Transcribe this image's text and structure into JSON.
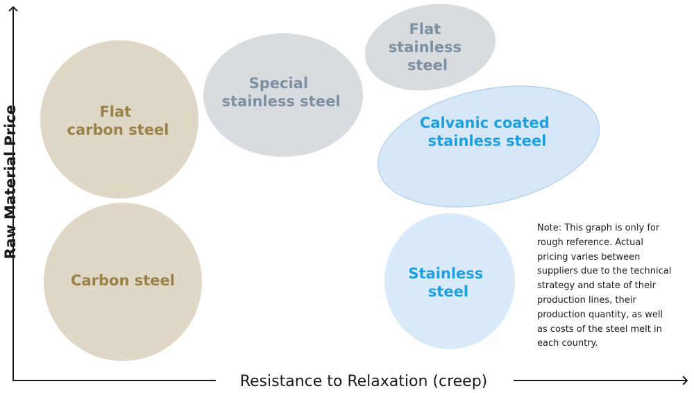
{
  "axes": {
    "x_label": "Resistance to Relaxation (creep)",
    "y_label": "Raw Material Price"
  },
  "colors": {
    "carbon_fill": "#e0d8c6",
    "carbon_text": "#9a8049",
    "special_fill": "#d8dce1",
    "special_text": "#7e8fa0",
    "coated_fill": "#d6e8f8",
    "coated_stroke": "#b7d3ee",
    "coated_text": "#1e9fe0",
    "stainless_fill": "#d9ebfb",
    "stainless_text": "#1e9fe0",
    "axis": "#1a1a1a"
  },
  "bubbles": [
    {
      "id": "flat-carbon-steel",
      "lines": [
        "Flat",
        "carbon steel"
      ]
    },
    {
      "id": "carbon-steel",
      "lines": [
        "Carbon steel"
      ]
    },
    {
      "id": "special-stainless-steel",
      "lines": [
        "Special",
        "stainless steel"
      ]
    },
    {
      "id": "flat-stainless-steel",
      "lines": [
        "Flat",
        "stainless",
        "steel"
      ]
    },
    {
      "id": "calvanic-coated-stainless-steel",
      "lines": [
        "Calvanic coated",
        "stainless steel"
      ]
    },
    {
      "id": "stainless-steel",
      "lines": [
        "Stainless",
        "steel"
      ]
    }
  ],
  "note": {
    "lines": [
      "Note: This graph is only for",
      "rough reference. Actual",
      "pricing varies between",
      "suppliers due to the technical",
      "strategy and state of their",
      "production lines, their",
      "production quantity, as well",
      "as costs of the steel melt in",
      "each country."
    ]
  }
}
